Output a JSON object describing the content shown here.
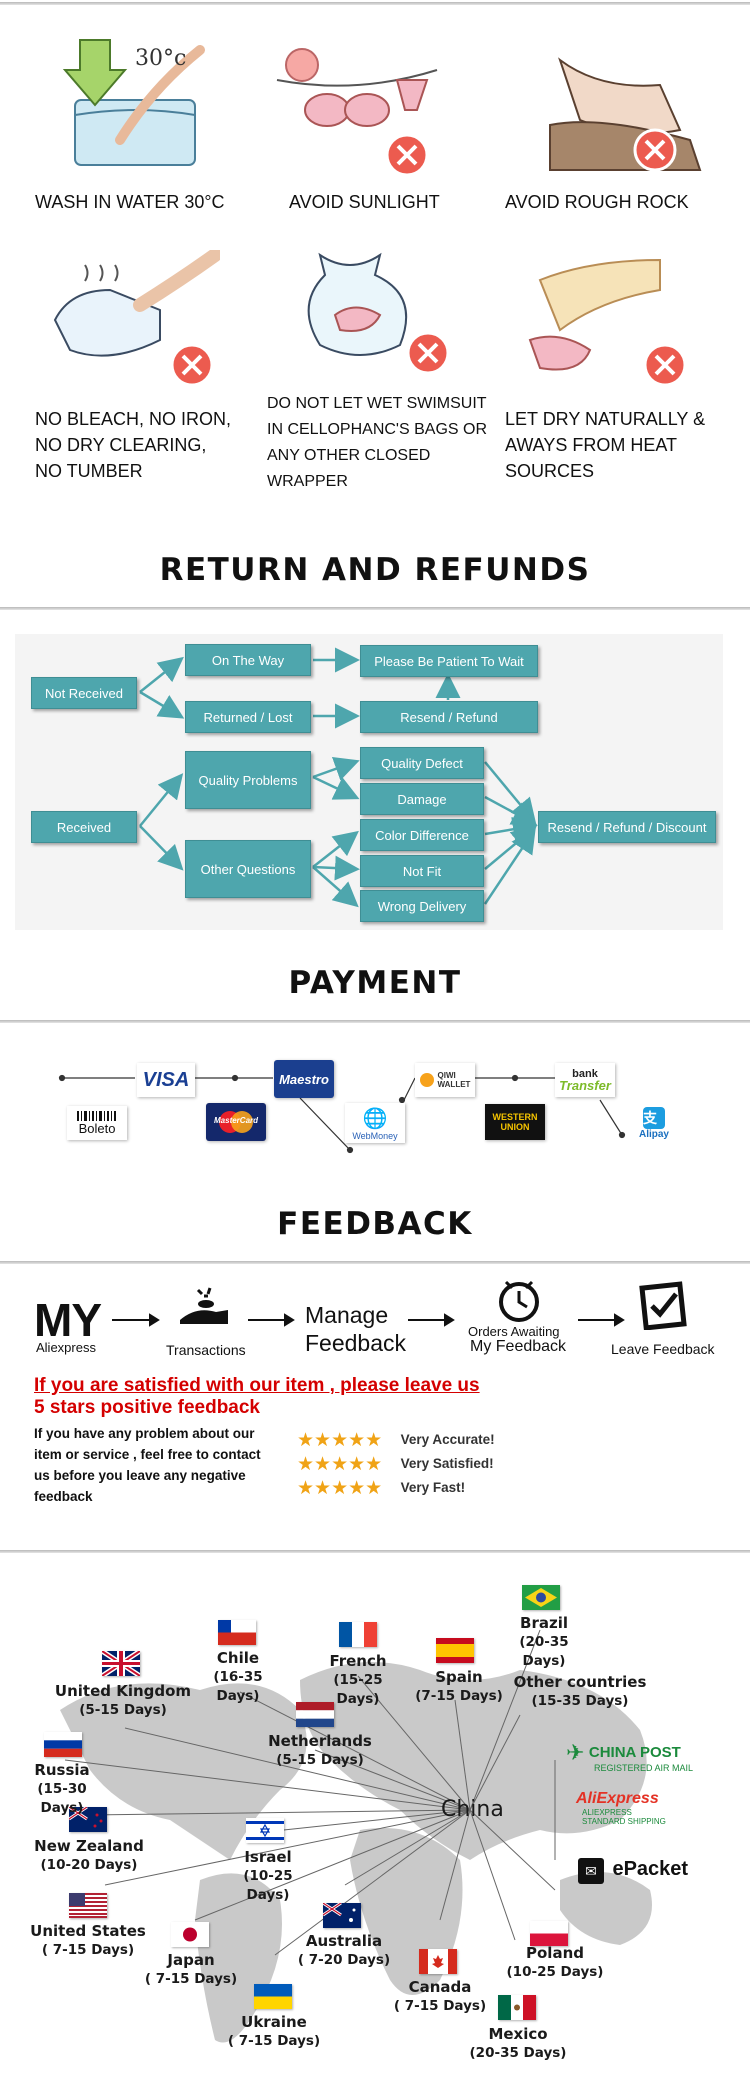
{
  "care": {
    "items": [
      {
        "icon": "wash-30-icon",
        "label": "WASH IN WATER 30°C"
      },
      {
        "icon": "sunlight-icon",
        "label": "AVOID SUNLIGHT"
      },
      {
        "icon": "rock-icon",
        "label": "AVOID ROUGH ROCK"
      },
      {
        "icon": "iron-icon",
        "label": "NO BLEACH, NO IRON,\nNO DRY CLEARING,\nNO TUMBER"
      },
      {
        "icon": "bag-icon",
        "label": "DO NOT LET WET SWIMSUIT\nIN CELLOPHANC'S BAGS OR\nANY OTHER CLOSED\nWRAPPER"
      },
      {
        "icon": "dry-icon",
        "label": "LET DRY NATURALLY &\nAWAYS FROM HEAT\nSOURCES"
      }
    ]
  },
  "returns": {
    "title": "RETURN AND REFUNDS",
    "not_received": "Not Received",
    "on_the_way": "On The Way",
    "returned_lost": "Returned / Lost",
    "please_wait": "Please Be Patient To Wait",
    "resend_refund": "Resend / Refund",
    "received": "Received",
    "quality_problems": "Quality Problems",
    "other_questions": "Other Questions",
    "quality_defect": "Quality Defect",
    "damage": "Damage",
    "color_difference": "Color Difference",
    "not_fit": "Not Fit",
    "wrong_delivery": "Wrong Delivery",
    "resend_refund_discount": "Resend / Refund / Discount",
    "accent": "#4ea6ad"
  },
  "payment": {
    "title": "PAYMENT",
    "visa": "VISA",
    "maestro": "Maestro",
    "mastercard": "MasterCard",
    "webmoney": "WebMoney",
    "qiwi": "QIWI\nWALLET",
    "bank": "bank",
    "transfer": "Transfer",
    "western_union": "WESTERN\nUNION",
    "alipay": "Alipay",
    "boleto": "Boleto"
  },
  "feedback": {
    "title": "FEEDBACK",
    "my": "MY",
    "aliexpress": "Aliexpress",
    "transactions": "Transactions",
    "manage": "Manage",
    "feedback_word": "Feedback",
    "orders_awaiting": "Orders Awaiting",
    "my_feedback": "My Feedback",
    "leave_feedback": "Leave Feedback",
    "headline_1": "If you are satisfied with our item , please leave us",
    "headline_2": "5 stars positive feedback",
    "note": "If you have any problem about our item or service , feel free to contact us before you  leave any negative feedback",
    "ratings": [
      {
        "stars": 5,
        "label": "Very Accurate!"
      },
      {
        "stars": 5,
        "label": "Very Satisfied!"
      },
      {
        "stars": 5,
        "label": "Very Fast!"
      }
    ],
    "headline_color": "#d40000"
  },
  "shipping": {
    "origin": "China",
    "countries": [
      {
        "name": "Brazil",
        "days": "(20-35 Days)"
      },
      {
        "name": "Chile",
        "days": "(16-35 Days)"
      },
      {
        "name": "French",
        "days": "(15-25 Days)"
      },
      {
        "name": "Spain",
        "days": "(7-15 Days)"
      },
      {
        "name": "Other countries",
        "days": "(15-35 Days)"
      },
      {
        "name": "United Kingdom",
        "days": "(5-15 Days)"
      },
      {
        "name": "Netherlands",
        "days": "(5-15 Days)"
      },
      {
        "name": "Russia",
        "days": "(15-30 Days)"
      },
      {
        "name": "New Zealand",
        "days": "(10-20 Days)"
      },
      {
        "name": "Israel",
        "days": "(10-25 Days)"
      },
      {
        "name": "United States",
        "days": "( 7-15 Days)"
      },
      {
        "name": "Japan",
        "days": "( 7-15 Days)"
      },
      {
        "name": "Australia",
        "days": "( 7-20 Days)"
      },
      {
        "name": "Canada",
        "days": "( 7-15 Days)"
      },
      {
        "name": "Poland",
        "days": "(10-25 Days)"
      },
      {
        "name": "Ukraine",
        "days": "( 7-15 Days)"
      },
      {
        "name": "Mexico",
        "days": "(20-35 Days)"
      }
    ],
    "carriers": {
      "china_post": "CHINA POST",
      "china_post_sub": "REGISTERED AIR MAIL",
      "ali_express": "AliExpress",
      "ali_sub": "ALIEXPRESS\nSTANDARD SHIPPING",
      "epacket": "ePacket"
    }
  }
}
